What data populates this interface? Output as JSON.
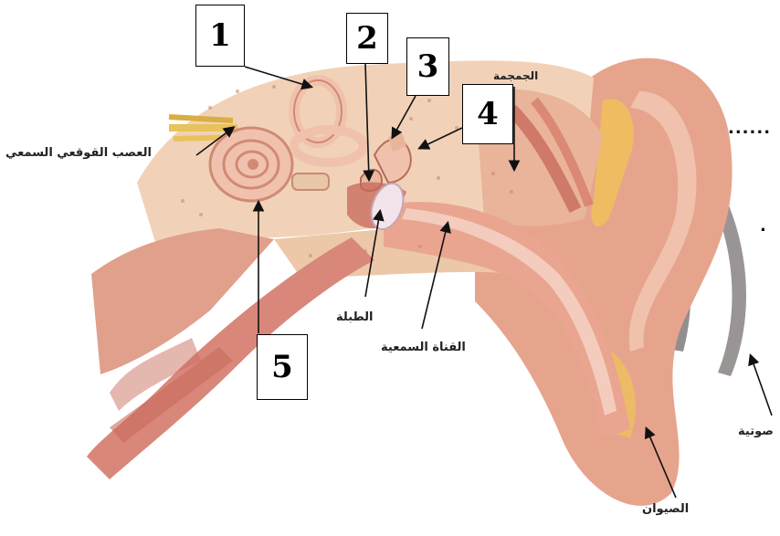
{
  "diagram": {
    "numbers": [
      "1",
      "2",
      "3",
      "4",
      "5"
    ],
    "labels": {
      "nerve": "العصب القوقعي السمعي",
      "skull": "الجمجمة",
      "eardrum": "الطبلة",
      "canal": "القناة السمعية",
      "earlobe": "الصيوان",
      "sound_waves": "صوتية"
    },
    "blank_marks": [
      "......",
      "."
    ],
    "colors": {
      "tissue": "#e9b49a",
      "bone": "#f1d2b8",
      "muscle": "#c86a5c",
      "canal_light": "#f6ddd2",
      "nerve": "#e8c25a",
      "wave": "#6d6868"
    }
  }
}
